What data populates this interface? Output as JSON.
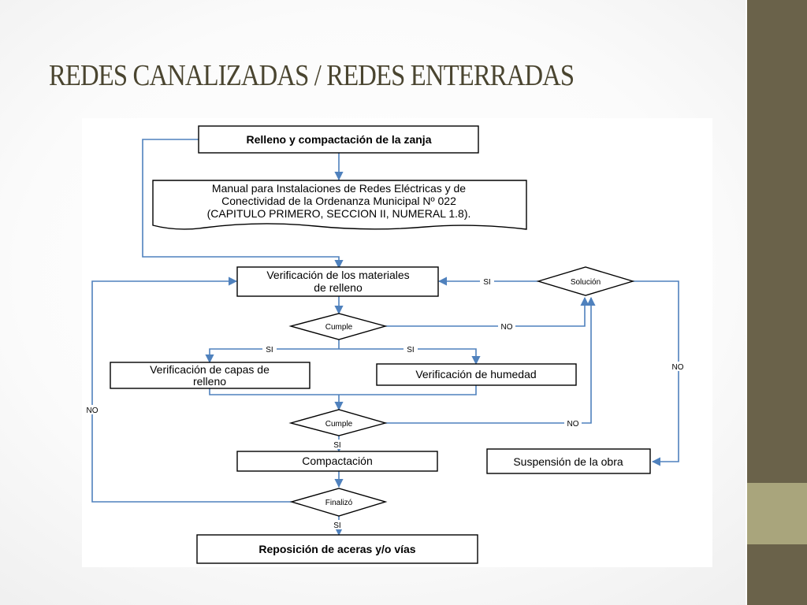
{
  "slide": {
    "title": "REDES CANALIZADAS / REDES ENTERRADAS",
    "colors": {
      "sidebar": "#6a624a",
      "sidebar_accent": "#a9a57c",
      "title": "#4a4530",
      "connector": "#4f81bd"
    }
  },
  "flowchart": {
    "box_relleno": "Relleno y compactación de la zanja",
    "doc_manual": [
      "Manual para Instalaciones de Redes Eléctricas y de",
      "Conectividad de la Ordenanza Municipal Nº 022",
      "(CAPITULO PRIMERO, SECCION II, NUMERAL 1.8)."
    ],
    "box_verif_materiales": [
      "Verificación de los materiales",
      "de relleno"
    ],
    "dec_solucion": "Solución",
    "dec_cumple_1": "Cumple",
    "box_verif_capas": [
      "Verificación de capas de",
      "relleno"
    ],
    "box_verif_humedad": "Verificación de humedad",
    "dec_cumple_2": "Cumple",
    "box_compactacion": "Compactación",
    "box_suspension": "Suspensión de la obra",
    "dec_finalizo": "Finalizó",
    "box_reposicion": "Reposición de aceras y/o vías",
    "edge_labels": {
      "si_solucion": "SI",
      "no_cumple_1": "NO",
      "si_capas": "SI",
      "si_humedad": "SI",
      "no_solucion": "NO",
      "no_cumple_2": "NO",
      "si_cumple_2": "SI",
      "no_finalizo": "NO",
      "si_finalizo": "SI"
    }
  }
}
